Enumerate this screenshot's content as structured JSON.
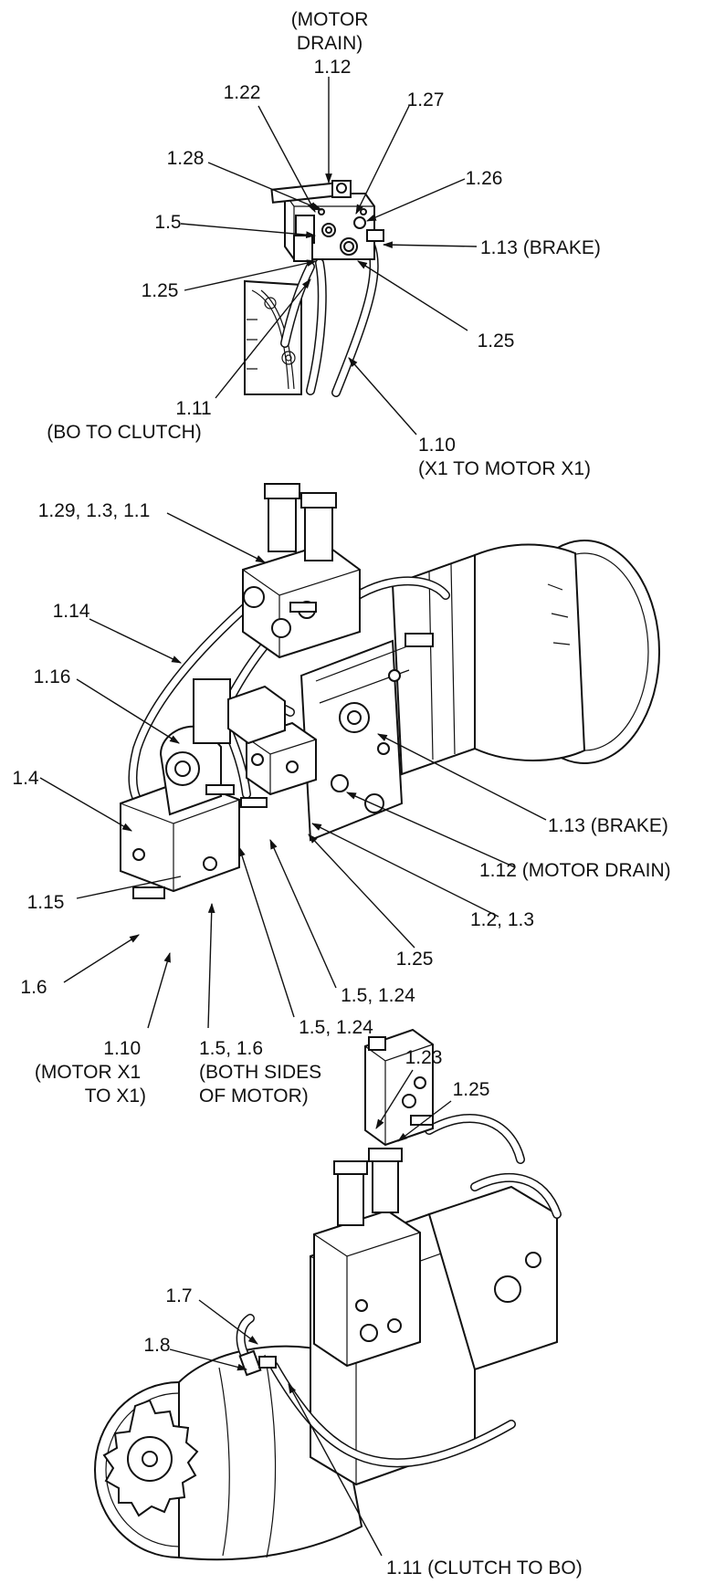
{
  "callouts": {
    "top": {
      "c1": {
        "lines": [
          "(MOTOR",
          "DRAIN)",
          "1.12"
        ]
      },
      "c2": {
        "lines": [
          "1.22"
        ]
      },
      "c3": {
        "lines": [
          "1.27"
        ]
      },
      "c4": {
        "lines": [
          "1.28"
        ]
      },
      "c5": {
        "lines": [
          "1.26"
        ]
      },
      "c6": {
        "lines": [
          "1.5"
        ]
      },
      "c7": {
        "lines": [
          "1.13 (BRAKE)"
        ]
      },
      "c8": {
        "lines": [
          "1.25"
        ]
      },
      "c9": {
        "lines": [
          "1.25"
        ]
      },
      "c10": {
        "lines": [
          "1.11",
          "(BO TO CLUTCH)"
        ]
      },
      "c11": {
        "lines": [
          "1.10",
          "(X1 TO MOTOR X1)"
        ]
      }
    },
    "middle": {
      "c1": {
        "lines": [
          "1.29, 1.3, 1.1"
        ]
      },
      "c2": {
        "lines": [
          "1.14"
        ]
      },
      "c3": {
        "lines": [
          "1.16"
        ]
      },
      "c4": {
        "lines": [
          "1.4"
        ]
      },
      "c5": {
        "lines": [
          "1.13 (BRAKE)"
        ]
      },
      "c6": {
        "lines": [
          "1.12 (MOTOR DRAIN)"
        ]
      },
      "c7": {
        "lines": [
          "1.15"
        ]
      },
      "c8": {
        "lines": [
          "1.2, 1.3"
        ]
      },
      "c9": {
        "lines": [
          "1.25"
        ]
      },
      "c10": {
        "lines": [
          "1.6"
        ]
      },
      "c11": {
        "lines": [
          "1.5, 1.24"
        ]
      },
      "c12": {
        "lines": [
          "1.5, 1.24"
        ]
      },
      "c13": {
        "lines": [
          "1.10",
          "(MOTOR X1",
          "TO X1)"
        ]
      },
      "c14": {
        "lines": [
          "1.5, 1.6",
          "(BOTH SIDES",
          "OF MOTOR)"
        ]
      }
    },
    "bottom": {
      "c1": {
        "lines": [
          "1.23"
        ]
      },
      "c2": {
        "lines": [
          "1.25"
        ]
      },
      "c3": {
        "lines": [
          "1.7"
        ]
      },
      "c4": {
        "lines": [
          "1.8"
        ]
      },
      "c5": {
        "lines": [
          "1.11 (CLUTCH TO BO)"
        ]
      }
    }
  }
}
